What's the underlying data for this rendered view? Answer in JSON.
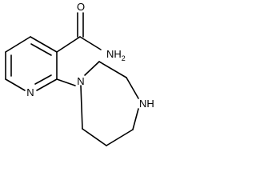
{
  "molecule": {
    "bond_color": "#000000",
    "background_color": "#ffffff",
    "atoms": {
      "amide_oxygen": "O",
      "amide_nitrogen": "NH",
      "amide_nitrogen_h_count": "2",
      "pyridine_nitrogen": "N",
      "diazepane_n1": "N",
      "diazepane_n4": "NH"
    }
  }
}
